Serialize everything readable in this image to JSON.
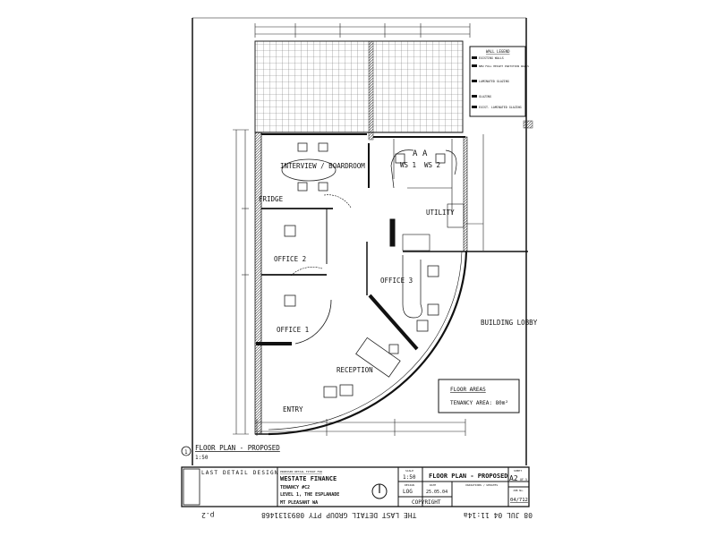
{
  "plan": {
    "rooms": {
      "boardroom": "INTERVIEW / BOARDROOM",
      "fridge": "FRIDGE",
      "ws1": "WS 1",
      "ws2": "WS 2",
      "utility": "UTILITY",
      "office2": "OFFICE 2",
      "office3": "OFFICE 3",
      "office1": "OFFICE 1",
      "reception": "RECEPTION",
      "entry": "ENTRY",
      "lobby": "BUILDING LOBBY"
    },
    "markers": [
      "A",
      "A"
    ],
    "floor_areas": {
      "title": "FLOOR AREAS",
      "tenancy": "TENANCY AREA: 80m²"
    },
    "legend_title": "WALL LEGEND",
    "legend_items": [
      "EXISTING WALLS",
      "NEW FULL HEIGHT PARTITION WALLS",
      "LAMINATED GLAZING",
      "GLAZING",
      "EXIST. LAMINATED GLAZING"
    ]
  },
  "caption": {
    "number": "1",
    "title": "FLOOR PLAN - PROPOSED",
    "scale": "1:50"
  },
  "title_block": {
    "firm": "LAST DETAIL DESIGN",
    "project_label": "PROPOSED RETAIL FITOUT FOR",
    "client": "WESTATE FINANCE",
    "tenancy": "TENANCY #C2",
    "level": "LEVEL 1, THE ESPLANADE",
    "suburb": "MT PLEASANT  WA",
    "scale_label": "SCALE",
    "scale": "1:50",
    "design_label": "DESIGN",
    "design": "LOG",
    "date_label": "DATE",
    "date": "25.05.04",
    "drawing_title": "FLOOR PLAN - PROPOSED",
    "variations_label": "VARIATIONS / UPDATES",
    "copyright": "COPYRIGHT",
    "sheet_label": "SHEET",
    "sheet": "A2",
    "sheet_of": "OF 5",
    "job_label": "JOB No.",
    "job": "04/712"
  },
  "fax_header": {
    "datetime": "08 JUL 04 11:14a",
    "sender": "THE LAST DETAIL GROUP PTY 0893131468",
    "page": "p.2"
  }
}
